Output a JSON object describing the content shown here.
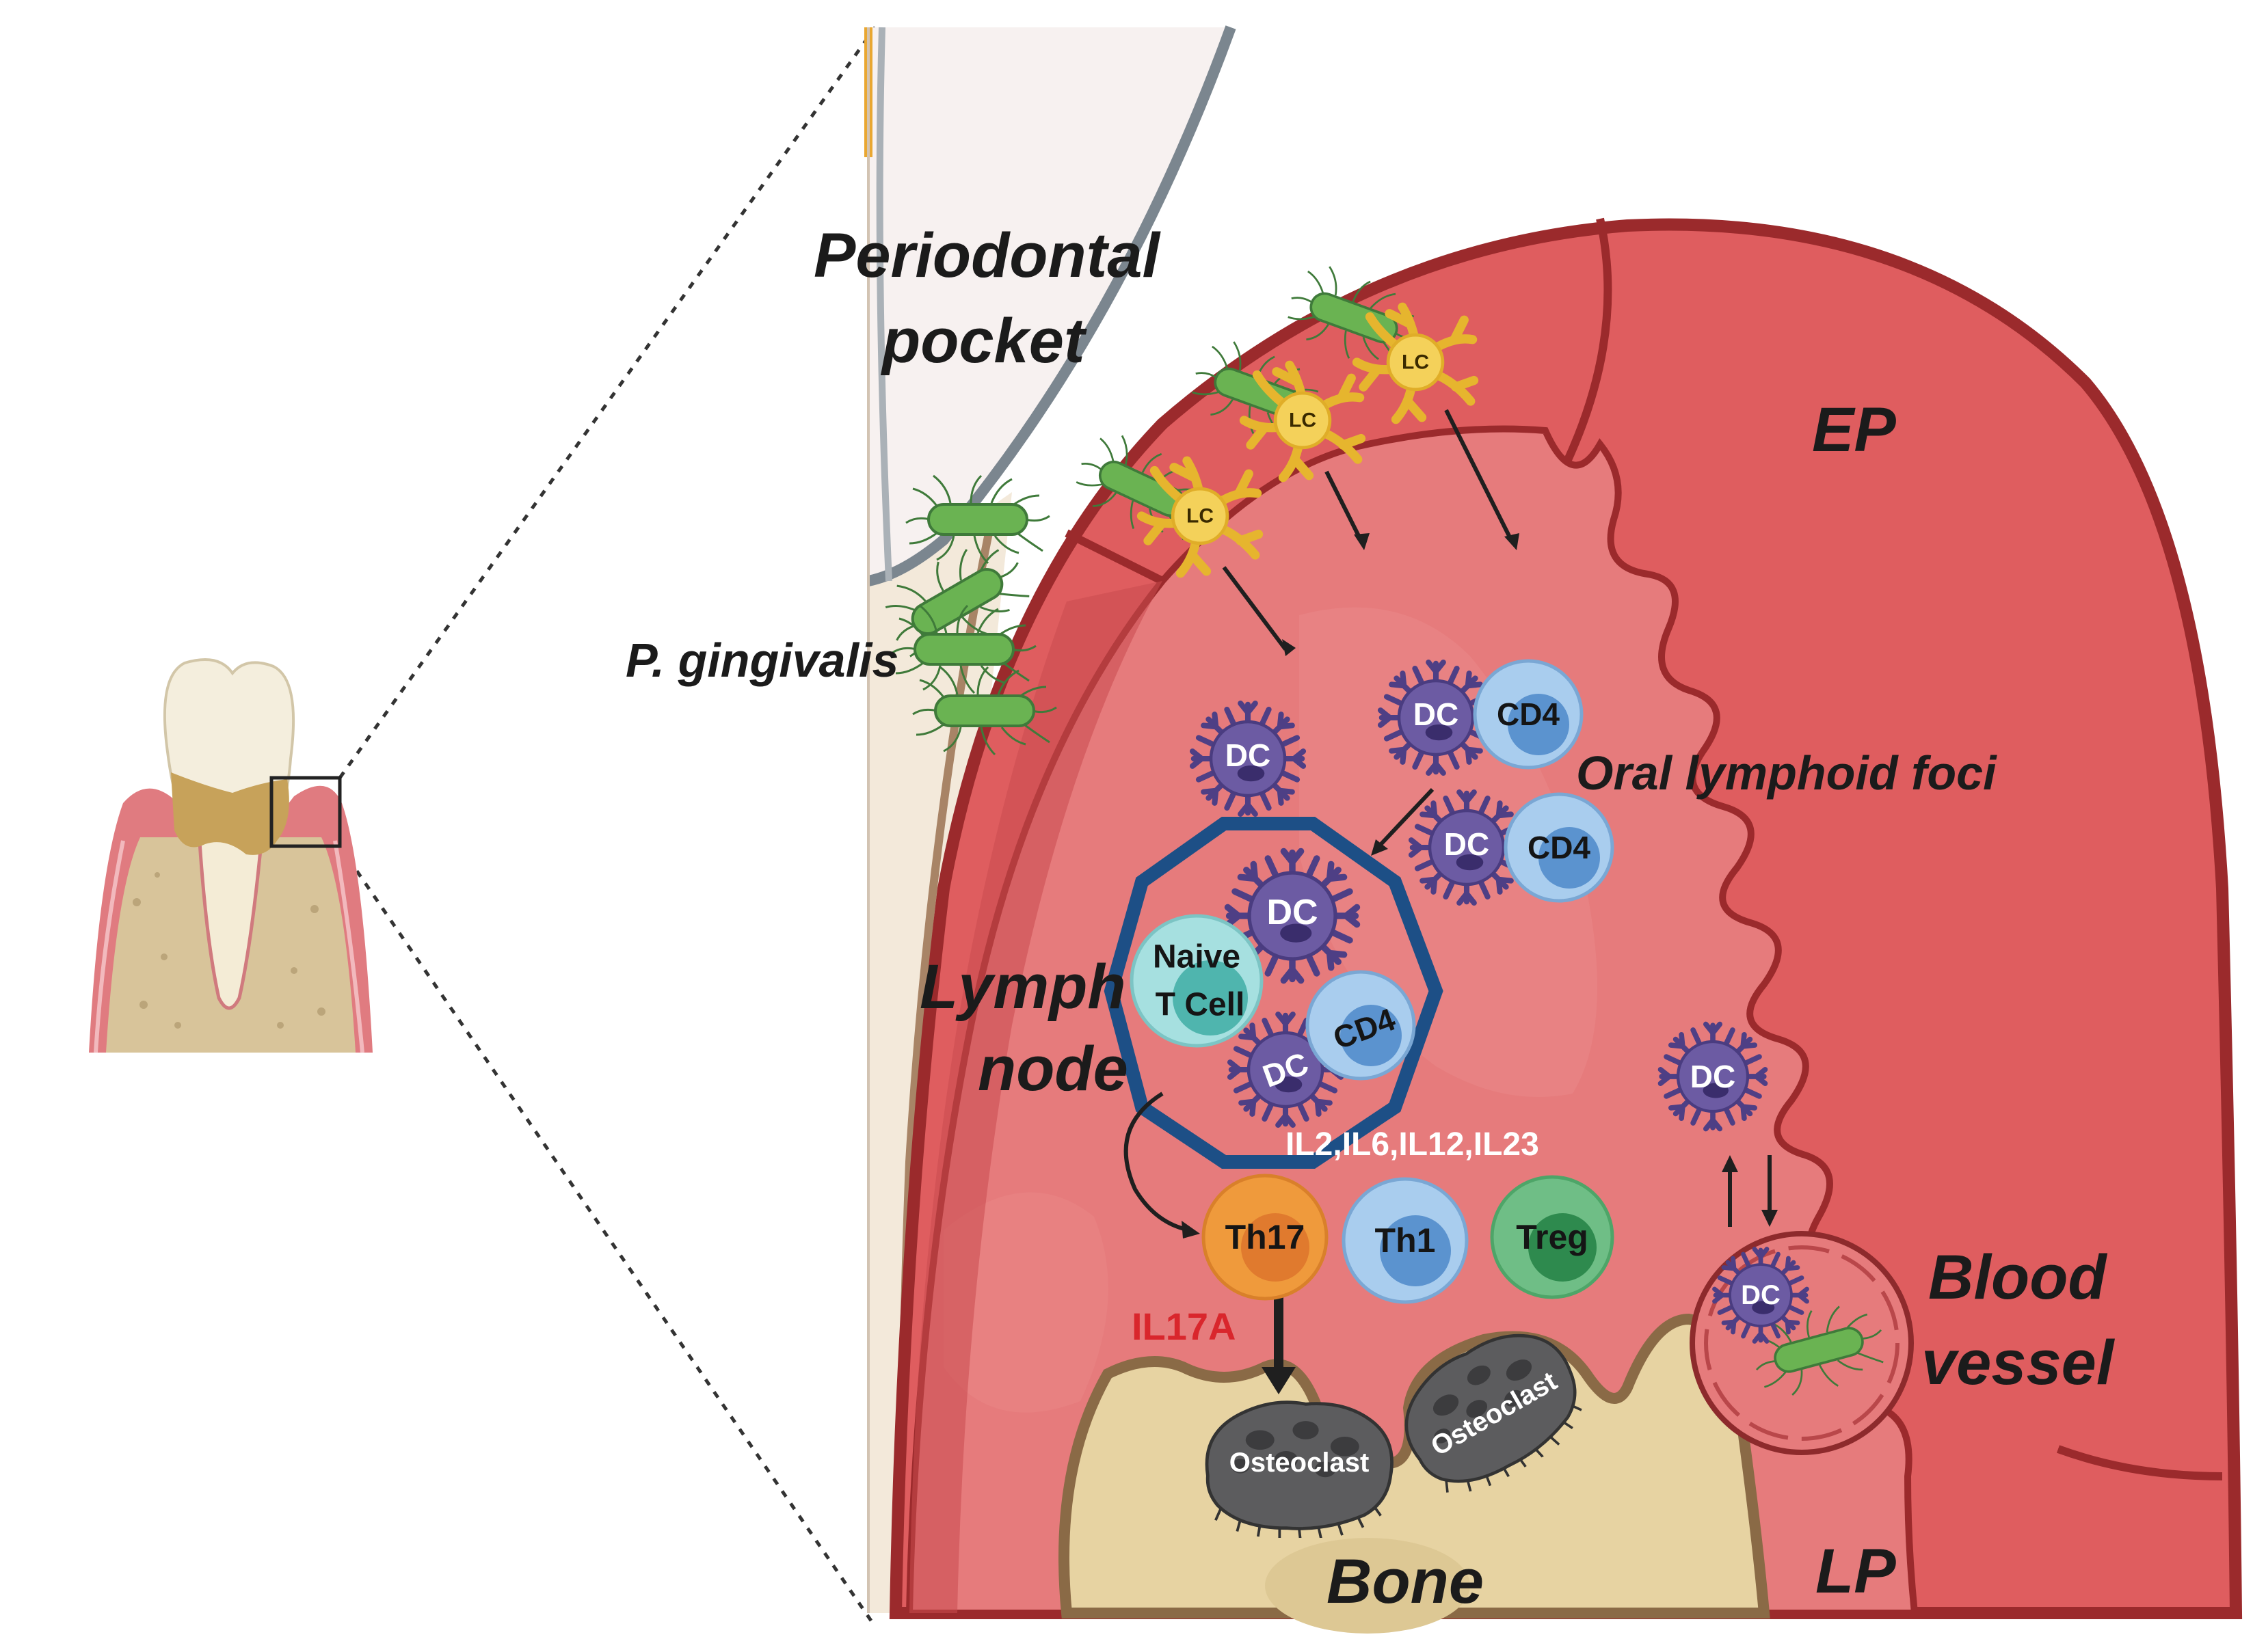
{
  "labels": {
    "periodontal_pocket_line1": "Periodontal",
    "periodontal_pocket_line2": "pocket",
    "p_gingivalis": "P. gingivalis",
    "ep": "EP",
    "lp": "LP",
    "oral_lymphoid_foci": "Oral lymphoid foci",
    "lymph_node_line1": "Lymph",
    "lymph_node_line2": "node",
    "blood_vessel_line1": "Blood",
    "blood_vessel_line2": "vessel",
    "bone": "Bone",
    "cytokines": "IL2,IL6,IL12,IL23",
    "il17a": "IL17A"
  },
  "cells": {
    "lc": "LC",
    "dc": "DC",
    "cd4": "CD4",
    "naive_line1": "Naive",
    "naive_line2": "T Cell",
    "th17": "Th17",
    "th1": "Th1",
    "treg": "Treg",
    "osteoclast": "Osteoclast"
  },
  "colors": {
    "tissue_outer": "#df5d5f",
    "tissue_inner": "#e67b7c",
    "tissue_border": "#9b2a2c",
    "dc": "#6c5ba3",
    "cd4": "#a9cdee",
    "th17": "#ef9a3c",
    "treg": "#6fbe86",
    "lymph_node_border": "#1d4f86",
    "bone": "#e7d3a2",
    "il17a": "#d9262c",
    "bacteria": "#6ab352"
  }
}
